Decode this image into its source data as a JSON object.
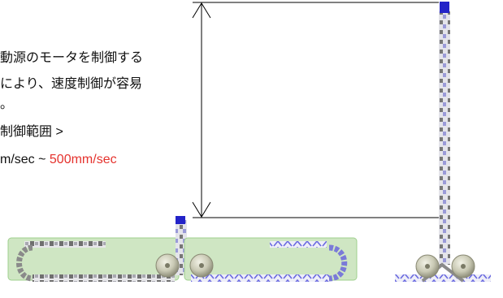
{
  "description": {
    "line1": "動源のモータを制御する",
    "line2": "により、速度制御が容易",
    "line3": "。",
    "line4": "制御範囲 >",
    "range_prefix": "m/sec ~ ",
    "range_max": "500mm/sec"
  },
  "colors": {
    "text": "#111111",
    "range_max": "#e5322d",
    "chain_dark": "#6f6f6f",
    "chain_light": "#b8b8c8",
    "chain_blue": "#6a6ae0",
    "belt_green": "#cfe6c3",
    "belt_green_edge": "#9fd08e",
    "end_block": "#2323c8",
    "gear": "#c9c9b4",
    "dimension_line": "#000000"
  },
  "icons": [
    "gear-icon",
    "dimension-arrow-icon"
  ]
}
